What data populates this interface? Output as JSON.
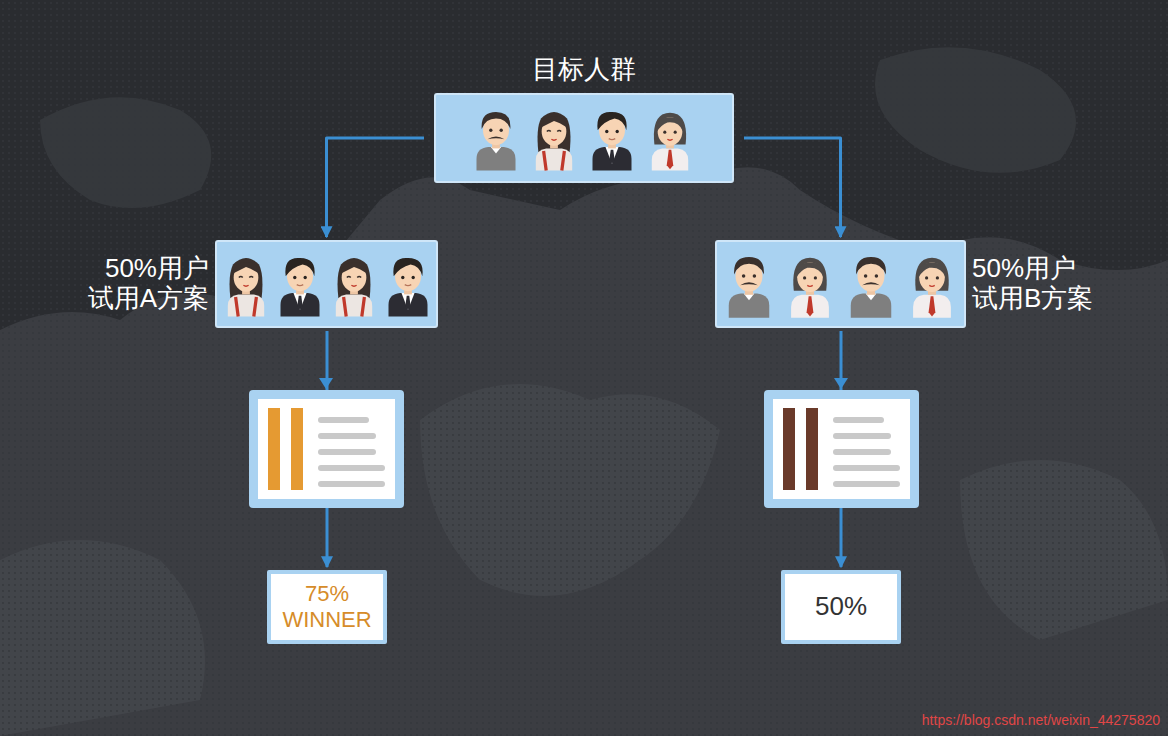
{
  "diagram": {
    "nodes": [
      {
        "text": [
          "目标人群"
        ]
      },
      {
        "text": [
          "50%用户 试用A方案"
        ]
      },
      {
        "text": [
          "50%用户 试用B方案"
        ]
      },
      {
        "text": [
          "75% WINNER"
        ]
      },
      {
        "text": [
          "50%"
        ]
      }
    ],
    "edges": [
      {
        "from": 0,
        "to": 1,
        "arrow": "to"
      },
      {
        "from": 0,
        "to": 2,
        "arrow": "to"
      },
      {
        "from": 1,
        "to": 3,
        "arrow": "to"
      },
      {
        "from": 2,
        "to": 4,
        "arrow": "to"
      }
    ],
    "labels": [
      "https://blog.csdn.net/weixin_44275820"
    ]
  }
}
